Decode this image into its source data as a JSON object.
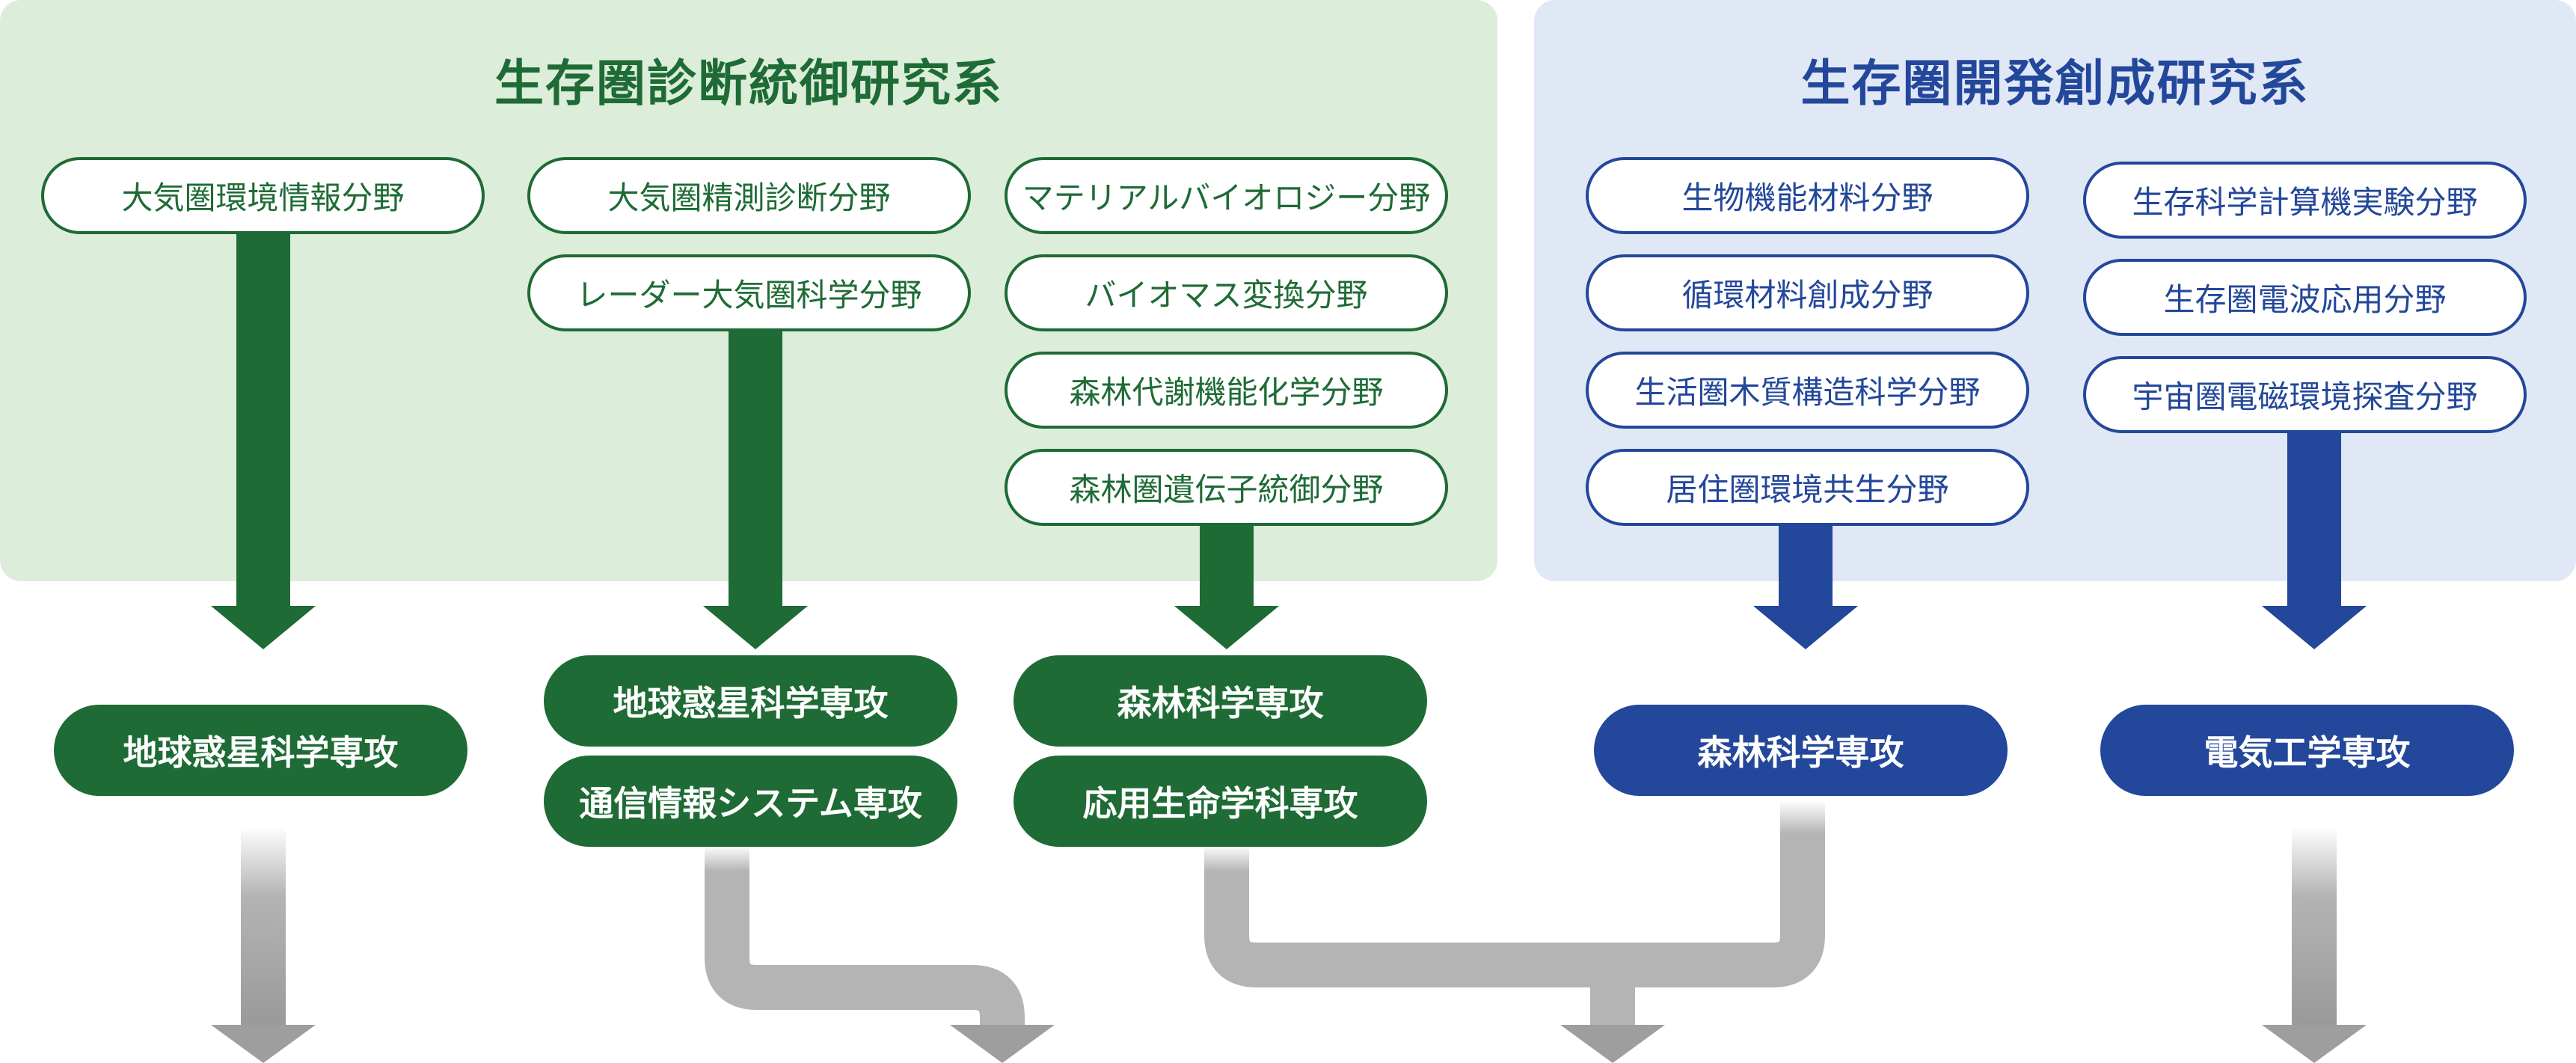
{
  "groups": {
    "diagnosis": {
      "title": "生存圏診断統御研究系",
      "fields": [
        "大気圏環境情報分野",
        "大気圏精測診断分野",
        "レーダー大気圏科学分野",
        "マテリアルバイオロジー分野",
        "バイオマス変換分野",
        "森林代謝機能化学分野",
        "森林圏遺伝子統御分野"
      ],
      "majors": [
        "地球惑星科学専攻",
        "地球惑星科学専攻",
        "通信情報システム専攻",
        "森林科学専攻",
        "応用生命学科専攻"
      ]
    },
    "development": {
      "title": "生存圏開発創成研究系",
      "fields": [
        "生物機能材料分野",
        "循環材料創成分野",
        "生活圏木質構造科学分野",
        "居住圏環境共生分野",
        "生存科学計算機実験分野",
        "生存圏電波応用分野",
        "宇宙圏電磁環境探査分野"
      ],
      "majors": [
        "森林科学専攻",
        "電気工学専攻"
      ]
    }
  },
  "colors": {
    "green": "#1e6b35",
    "green_panel": "#dcedda",
    "blue": "#23479a",
    "blue_panel": "#e0e8f6",
    "gray_flow": "#b4b4b4"
  }
}
